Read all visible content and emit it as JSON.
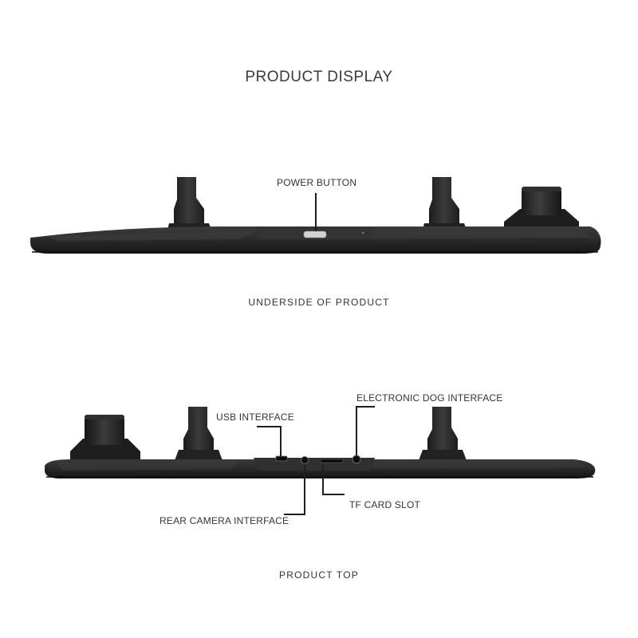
{
  "header": {
    "title": "PRODUCT DISPLAY"
  },
  "views": [
    {
      "caption": "UNDERSIDE OF PRODUCT",
      "callouts": [
        {
          "label": "POWER BUTTON"
        }
      ]
    },
    {
      "caption": "PRODUCT TOP",
      "callouts": [
        {
          "label": "USB INTERFACE"
        },
        {
          "label": "ELECTRONIC DOG INTERFACE"
        },
        {
          "label": "TF CARD SLOT"
        },
        {
          "label": "REAR CAMERA INTERFACE"
        }
      ]
    }
  ],
  "colors": {
    "body": "#2b2b2b",
    "edge": "#1a1a1a",
    "highlight": "#4a4a4a",
    "button": "#cfcfcf",
    "leader": "#1f1f1f"
  }
}
